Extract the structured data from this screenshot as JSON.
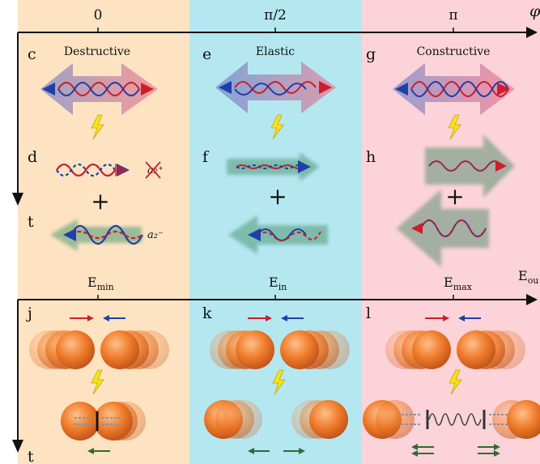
{
  "top_axis": {
    "ticks": [
      "0",
      "π/2",
      "π"
    ],
    "end_label": "φ",
    "down_label": "t"
  },
  "panels": {
    "c": {
      "letter": "c",
      "title": "Destructive"
    },
    "e": {
      "letter": "e",
      "title": "Elastic"
    },
    "g": {
      "letter": "g",
      "title": "Constructive"
    },
    "d": {
      "letter": "d"
    },
    "f": {
      "letter": "f"
    },
    "h": {
      "letter": "h"
    },
    "j": {
      "letter": "j"
    },
    "k": {
      "letter": "k"
    },
    "l": {
      "letter": "l"
    }
  },
  "operators": {
    "plus": "+",
    "a_plus": "a₂⁺",
    "a_minus": "a₂⁻"
  },
  "bottom_axis": {
    "ticks": [
      "Emin",
      "Ein",
      "Emax"
    ],
    "tick_main": [
      "E",
      "E",
      "E"
    ],
    "tick_sub": [
      "min",
      "in",
      "max"
    ],
    "end_label_main": "E",
    "end_label_sub": "ou",
    "down_label": "t"
  },
  "colors": {
    "orange_band": "#fde3c2",
    "cyan_band": "#b5e7f1",
    "pink_band": "#fbd3d8",
    "red": "#cc1f2b",
    "blue": "#1f3fa8",
    "green": "#2e6b36",
    "ball": "#f07d2c",
    "bolt": "#f5e21c"
  }
}
